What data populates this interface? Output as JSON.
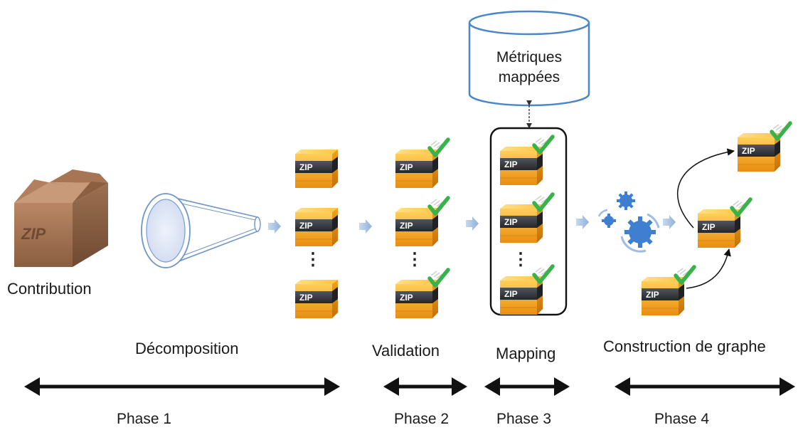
{
  "database": {
    "line1": "Métriques",
    "line2": "mappées"
  },
  "contribution": {
    "label": "Contribution",
    "box_text": "ZIP"
  },
  "zip_text": "ZIP",
  "ellipsis": "⋮",
  "stages": {
    "decomposition": "Décomposition",
    "validation": "Validation",
    "mapping": "Mapping",
    "graph": "Construction de graphe"
  },
  "phases": {
    "p1": "Phase 1",
    "p2": "Phase 2",
    "p3": "Phase 3",
    "p4": "Phase 4"
  },
  "colors": {
    "zip_orange": "#f3a21c",
    "zip_band": "#3a3d44",
    "check_green": "#38b24a",
    "arrow_blue": "#a9c3e3",
    "db_border": "#4a86c8",
    "gear_blue": "#3f7fd0",
    "box_brown": "#9b6e4f"
  }
}
